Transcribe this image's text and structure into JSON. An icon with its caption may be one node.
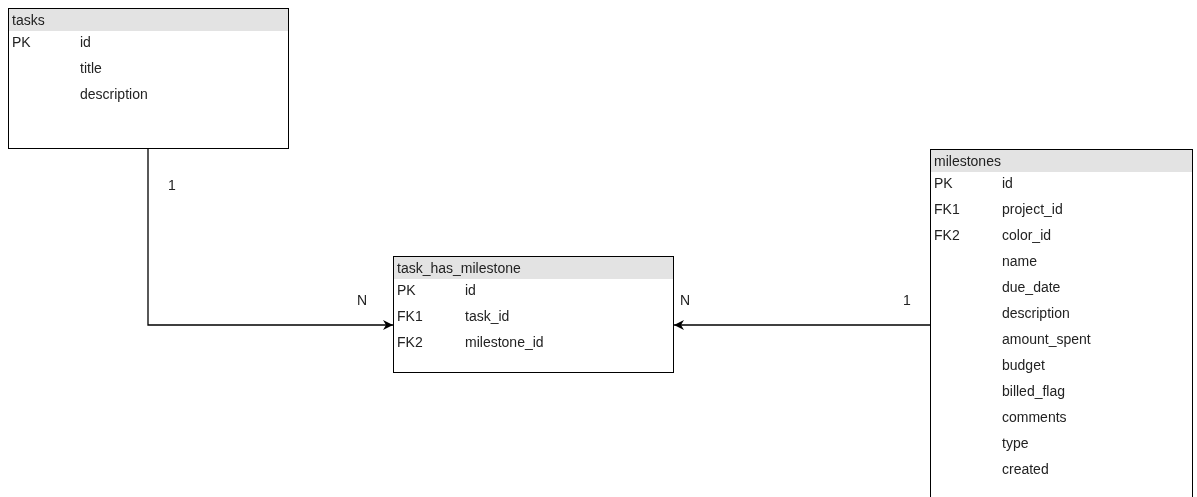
{
  "diagram": {
    "nodes": [
      {
        "text": [
          "tasks",
          "PK",
          "id",
          "title",
          "description"
        ]
      },
      {
        "text": [
          "task_has_milestone",
          "PK",
          "id",
          "FK1",
          "task_id",
          "FK2",
          "milestone_id"
        ]
      },
      {
        "text": [
          "milestones",
          "PK",
          "id",
          "FK1",
          "project_id",
          "FK2",
          "color_id",
          "name",
          "due_date",
          "description",
          "amount_spent",
          "budget",
          "billed_flag",
          "comments",
          "type",
          "created"
        ]
      }
    ],
    "edges": [
      {
        "from": 0,
        "to": 1,
        "arrow": "to"
      },
      {
        "from": 2,
        "to": 1,
        "arrow": "to"
      }
    ],
    "labels": [
      "1",
      "N",
      "N",
      "1"
    ]
  }
}
